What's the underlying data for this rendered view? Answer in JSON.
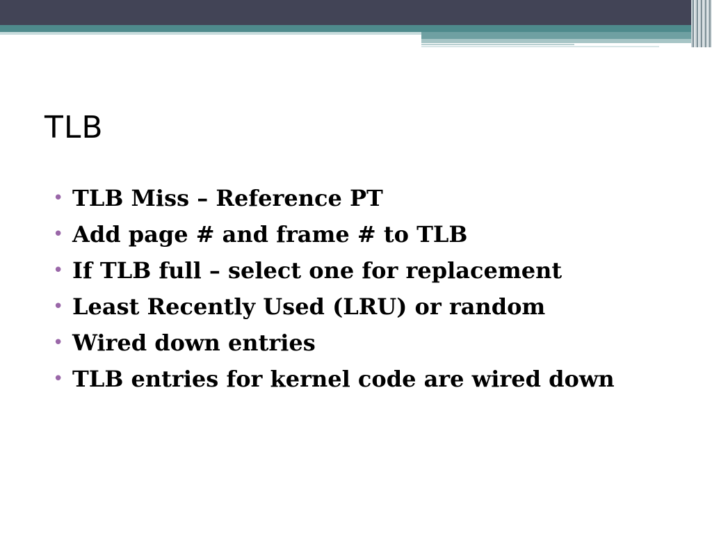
{
  "slide": {
    "title": "TLB",
    "bullet_symbol": "•",
    "bullets": [
      "TLB Miss – Reference PT",
      "Add page # and frame # to TLB",
      "If TLB full – select one for replacement",
      "Least Recently Used (LRU) or random",
      "Wired down entries",
      "TLB entries for kernel code are wired down"
    ]
  },
  "colors": {
    "header_dark": "#424456",
    "header_teal": "#4e8a8c",
    "bullet": "#9a67a8",
    "text": "#000000",
    "background": "#ffffff"
  }
}
